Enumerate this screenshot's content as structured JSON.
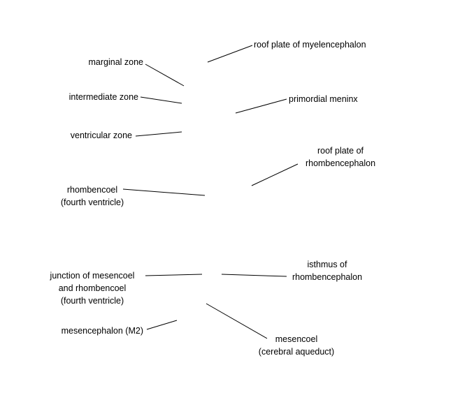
{
  "labels": {
    "marginal_zone": "marginal zone",
    "intermediate_zone": "intermediate zone",
    "ventricular_zone": "ventricular zone",
    "rhombencoel": [
      "rhombencoel",
      "(fourth ventricle)"
    ],
    "junction": [
      "junction of mesencoel",
      "and rhombencoel",
      "(fourth ventricle)"
    ],
    "mesencephalon": "mesencephalon (M2)",
    "roof_plate_myelencephalon": "roof plate of myelencephalon",
    "primordial_meninx": "primordial meninx",
    "roof_plate_rhombencephalon": [
      "roof plate of",
      "rhombencephalon"
    ],
    "isthmus": [
      "isthmus of",
      "rhombencephalon"
    ],
    "mesencoel": [
      "mesencoel",
      "(cerebral aqueduct)"
    ]
  },
  "colors": {
    "background": "#ffffff",
    "text": "#000000",
    "leader_line": "#000000"
  }
}
